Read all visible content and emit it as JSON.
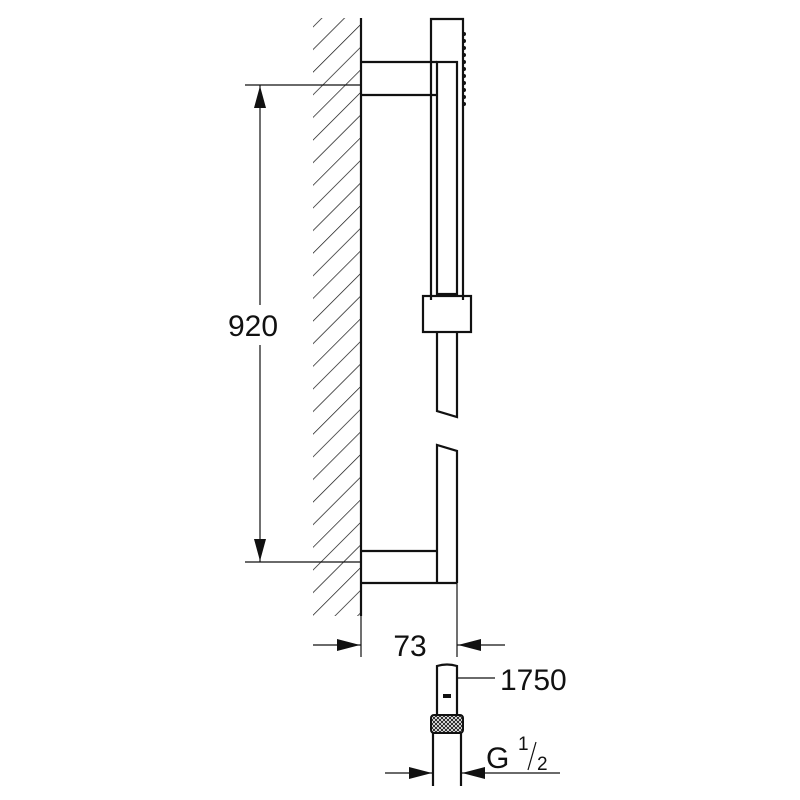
{
  "dimensions": {
    "bracket_spacing": "920",
    "wall_projection": "73",
    "hose_length": "1750",
    "thread_prefix": "G",
    "thread_num": "1",
    "thread_den": "2"
  },
  "colors": {
    "line": "#111111",
    "background": "#ffffff"
  }
}
